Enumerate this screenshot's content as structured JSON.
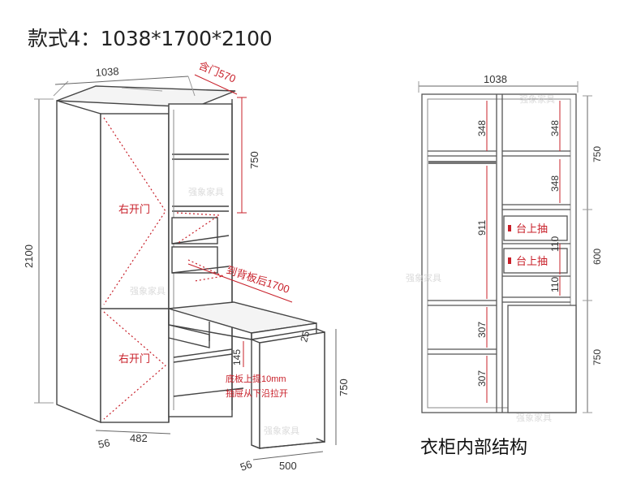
{
  "title": "款式4：1038*1700*2100",
  "caption": "衣柜内部结构",
  "watermark": "强象家具",
  "colors": {
    "red": "#c8202a",
    "line": "#444444",
    "dim": "#555555"
  },
  "left_view": {
    "top_width": "1038",
    "with_door": "含门570",
    "height": "2100",
    "door_upper": "右开门",
    "door_lower": "右开门",
    "to_back": "到背板后1700",
    "desk_depth": "25",
    "shelf_gap": "145",
    "desk_height": "750",
    "note_line1": "底板上提10mm",
    "note_line2": "抽屉从下沿拉开",
    "bottom_side": "56",
    "bottom_width": "482",
    "desk_side": "56",
    "desk_width": "500",
    "upper_right": "750"
  },
  "right_view": {
    "top_width": "1038",
    "left_top": "348",
    "right_top": "348",
    "right_mid": "348",
    "left_hang": "911",
    "drawer1": "台上抽",
    "drawer2": "台上抽",
    "drawer1_h": "110",
    "drawer2_h": "110",
    "left_low1": "307",
    "left_low2": "307",
    "outer_top": "750",
    "outer_mid": "600",
    "outer_low": "750"
  }
}
